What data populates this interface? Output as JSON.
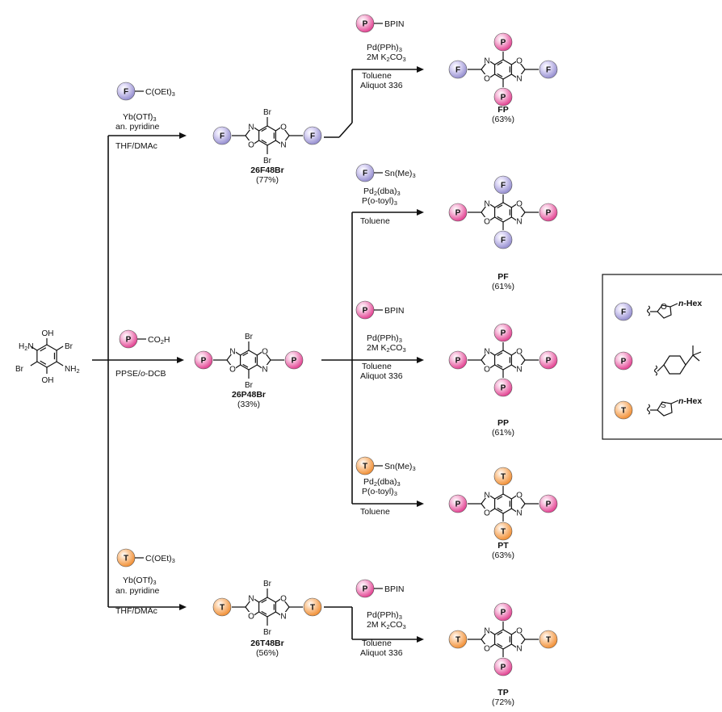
{
  "colors": {
    "F": "#8f88cc",
    "P": "#e0388b",
    "T": "#f08a2c",
    "ink": "#111111"
  },
  "start_material": {
    "subs": [
      {
        "key": "oh_top",
        "main": "OH",
        "sub": ""
      },
      {
        "key": "h2n",
        "main": "H",
        "sub": "2",
        "tail": "N"
      },
      {
        "key": "br_right",
        "main": "Br",
        "sub": ""
      },
      {
        "key": "br_left",
        "main": "Br",
        "sub": ""
      },
      {
        "key": "nh2",
        "main": "NH",
        "sub": "2"
      },
      {
        "key": "oh_bot",
        "main": "OH",
        "sub": ""
      }
    ]
  },
  "balls": {
    "F": "F",
    "P": "P",
    "T": "T"
  },
  "core_atoms": {
    "N": "N",
    "O": "O"
  },
  "substituents": {
    "br": "Br"
  },
  "routes": {
    "top": {
      "reagent_group": "C(OEt)",
      "reagent_sub": "3",
      "line1": "Yb(OTf)",
      "line1_sub": "3",
      "line2": "an. pyridine",
      "line3": "THF/DMAc",
      "product": "26F48Br",
      "yield": "(77%)"
    },
    "middle": {
      "reagent_group": "CO",
      "reagent_sub": "2",
      "reagent_tail": "H",
      "line1": "PPSE/",
      "line1_italic": "o",
      "line1_tail": "-DCB",
      "product": "26P48Br",
      "yield": "(33%)"
    },
    "bottom": {
      "reagent_group": "C(OEt)",
      "reagent_sub": "3",
      "line1": "Yb(OTf)",
      "line1_sub": "3",
      "line2": "an. pyridine",
      "line3": "THF/DMAc",
      "product": "26T48Br",
      "yield": "(56%)"
    }
  },
  "couplings": {
    "suzuki": {
      "reagent": "BPIN",
      "cat": "Pd(PPh)",
      "cat_sub": "3",
      "base_pre": "2M K",
      "base_sub": "CO",
      "base_sub2": "3",
      "base_mid": "2",
      "solvent": "Toluene",
      "additive": "Aliquot 336"
    },
    "stille": {
      "reagent": "Sn(Me)",
      "reagent_sub": "3",
      "cat_pre": "Pd",
      "cat_sub1": "2",
      "cat_mid": "(dba)",
      "cat_sub2": "3",
      "ligand": "P(o-toyl)",
      "ligand_sub": "3",
      "solvent": "Toluene"
    }
  },
  "products": [
    {
      "id": "FP",
      "name": "FP",
      "yield": "(63%)"
    },
    {
      "id": "PF",
      "name": "PF",
      "yield": "(61%)"
    },
    {
      "id": "PP",
      "name": "PP",
      "yield": "(61%)"
    },
    {
      "id": "PT",
      "name": "PT",
      "yield": "(63%)"
    },
    {
      "id": "TP",
      "name": "TP",
      "yield": "(72%)"
    }
  ],
  "legend": {
    "hex_label": "n-Hex",
    "hex_italic": "n",
    "hex_tail": "-Hex",
    "thiophene_atom": "S",
    "furan_atom": "O"
  }
}
